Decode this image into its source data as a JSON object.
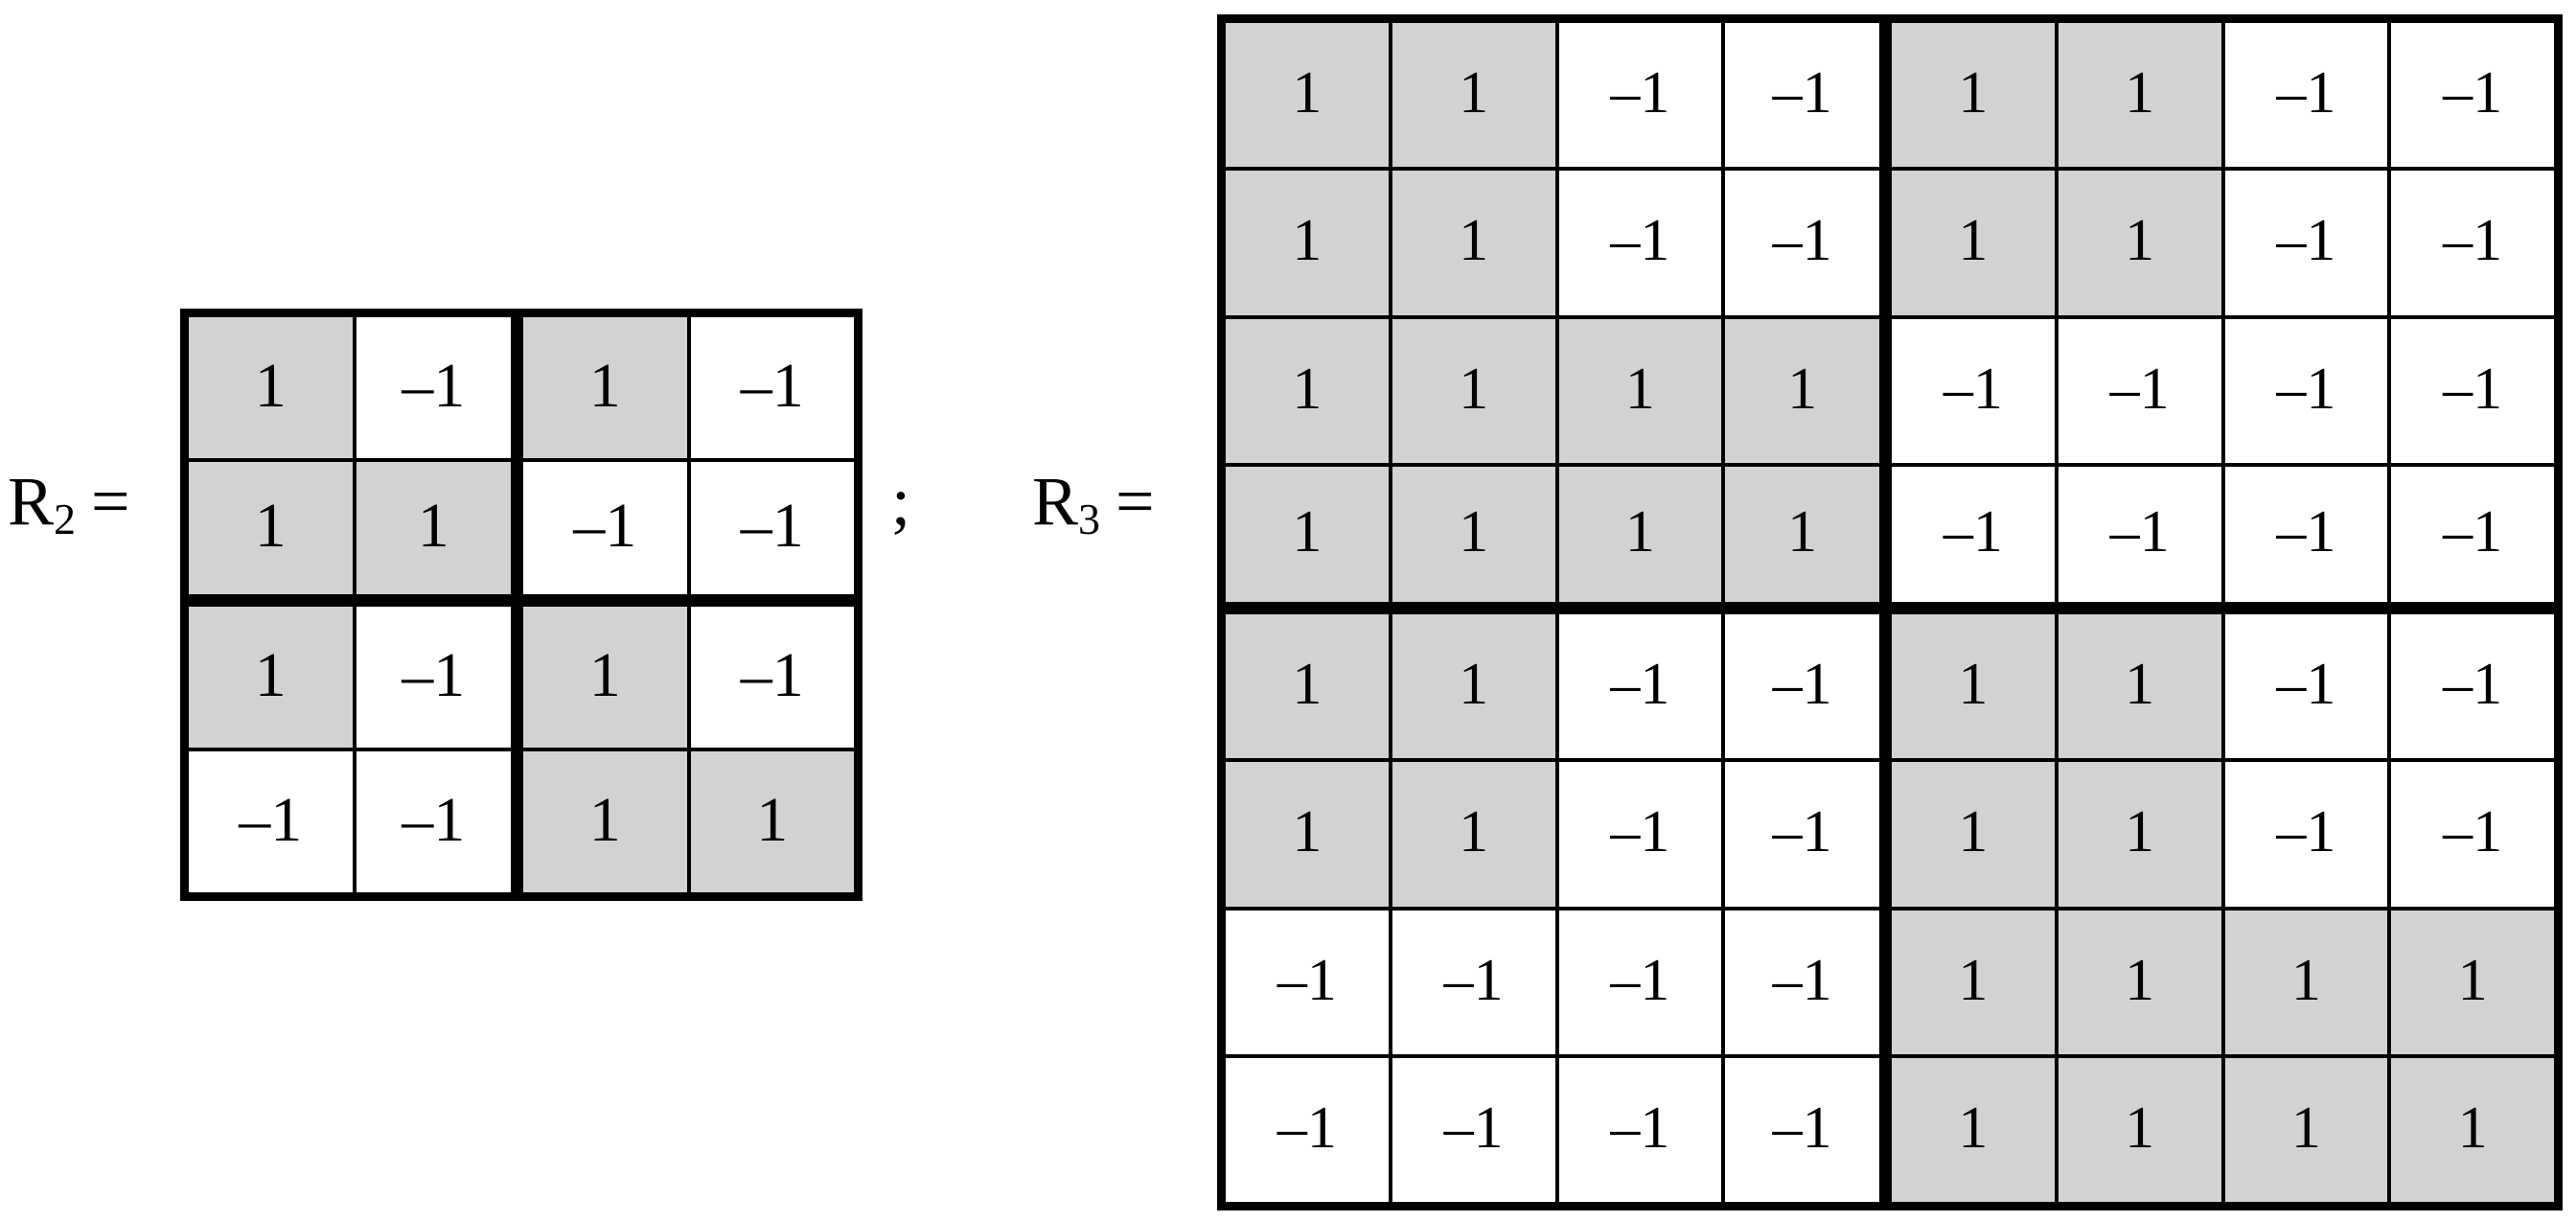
{
  "figure": {
    "background_color": "#ffffff",
    "cell_fill_positive": "#d2d2d2",
    "cell_fill_negative": "#ffffff",
    "border_color": "#000000",
    "separator": ";"
  },
  "labels": {
    "r2": {
      "base": "R",
      "subscript": "2",
      "equals": "="
    },
    "r3": {
      "base": "R",
      "subscript": "3",
      "equals": "="
    }
  },
  "matrices": [
    {
      "id": "r2",
      "name": "R2",
      "order": 2,
      "rows": 4,
      "cols": 4,
      "block_divider_row": 2,
      "block_divider_col": 2,
      "values": [
        [
          1,
          -1,
          1,
          -1
        ],
        [
          1,
          1,
          -1,
          -1
        ],
        [
          1,
          -1,
          1,
          -1
        ],
        [
          -1,
          -1,
          1,
          1
        ]
      ],
      "shading": [
        [
          "gray",
          "white",
          "gray",
          "white"
        ],
        [
          "gray",
          "gray",
          "white",
          "white"
        ],
        [
          "gray",
          "white",
          "gray",
          "white"
        ],
        [
          "white",
          "white",
          "gray",
          "gray"
        ]
      ]
    },
    {
      "id": "r3",
      "name": "R3",
      "order": 3,
      "rows": 8,
      "cols": 8,
      "block_divider_row": 4,
      "block_divider_col": 4,
      "values": [
        [
          1,
          1,
          -1,
          -1,
          1,
          1,
          -1,
          -1
        ],
        [
          1,
          1,
          -1,
          -1,
          1,
          1,
          -1,
          -1
        ],
        [
          1,
          1,
          1,
          1,
          -1,
          -1,
          -1,
          -1
        ],
        [
          1,
          1,
          1,
          1,
          -1,
          -1,
          -1,
          -1
        ],
        [
          1,
          1,
          -1,
          -1,
          1,
          1,
          -1,
          -1
        ],
        [
          1,
          1,
          -1,
          -1,
          1,
          1,
          -1,
          -1
        ],
        [
          -1,
          -1,
          -1,
          -1,
          1,
          1,
          1,
          1
        ],
        [
          -1,
          -1,
          -1,
          -1,
          1,
          1,
          1,
          1
        ]
      ],
      "shading": [
        [
          "gray",
          "gray",
          "white",
          "white",
          "gray",
          "gray",
          "white",
          "white"
        ],
        [
          "gray",
          "gray",
          "white",
          "white",
          "gray",
          "gray",
          "white",
          "white"
        ],
        [
          "gray",
          "gray",
          "gray",
          "gray",
          "white",
          "white",
          "white",
          "white"
        ],
        [
          "gray",
          "gray",
          "gray",
          "gray",
          "white",
          "white",
          "white",
          "white"
        ],
        [
          "gray",
          "gray",
          "white",
          "white",
          "gray",
          "gray",
          "white",
          "white"
        ],
        [
          "gray",
          "gray",
          "white",
          "white",
          "gray",
          "gray",
          "white",
          "white"
        ],
        [
          "white",
          "white",
          "white",
          "white",
          "gray",
          "gray",
          "gray",
          "gray"
        ],
        [
          "white",
          "white",
          "white",
          "white",
          "gray",
          "gray",
          "gray",
          "gray"
        ]
      ]
    }
  ],
  "cell_display": {
    "positive": "1",
    "negative": "–1"
  }
}
